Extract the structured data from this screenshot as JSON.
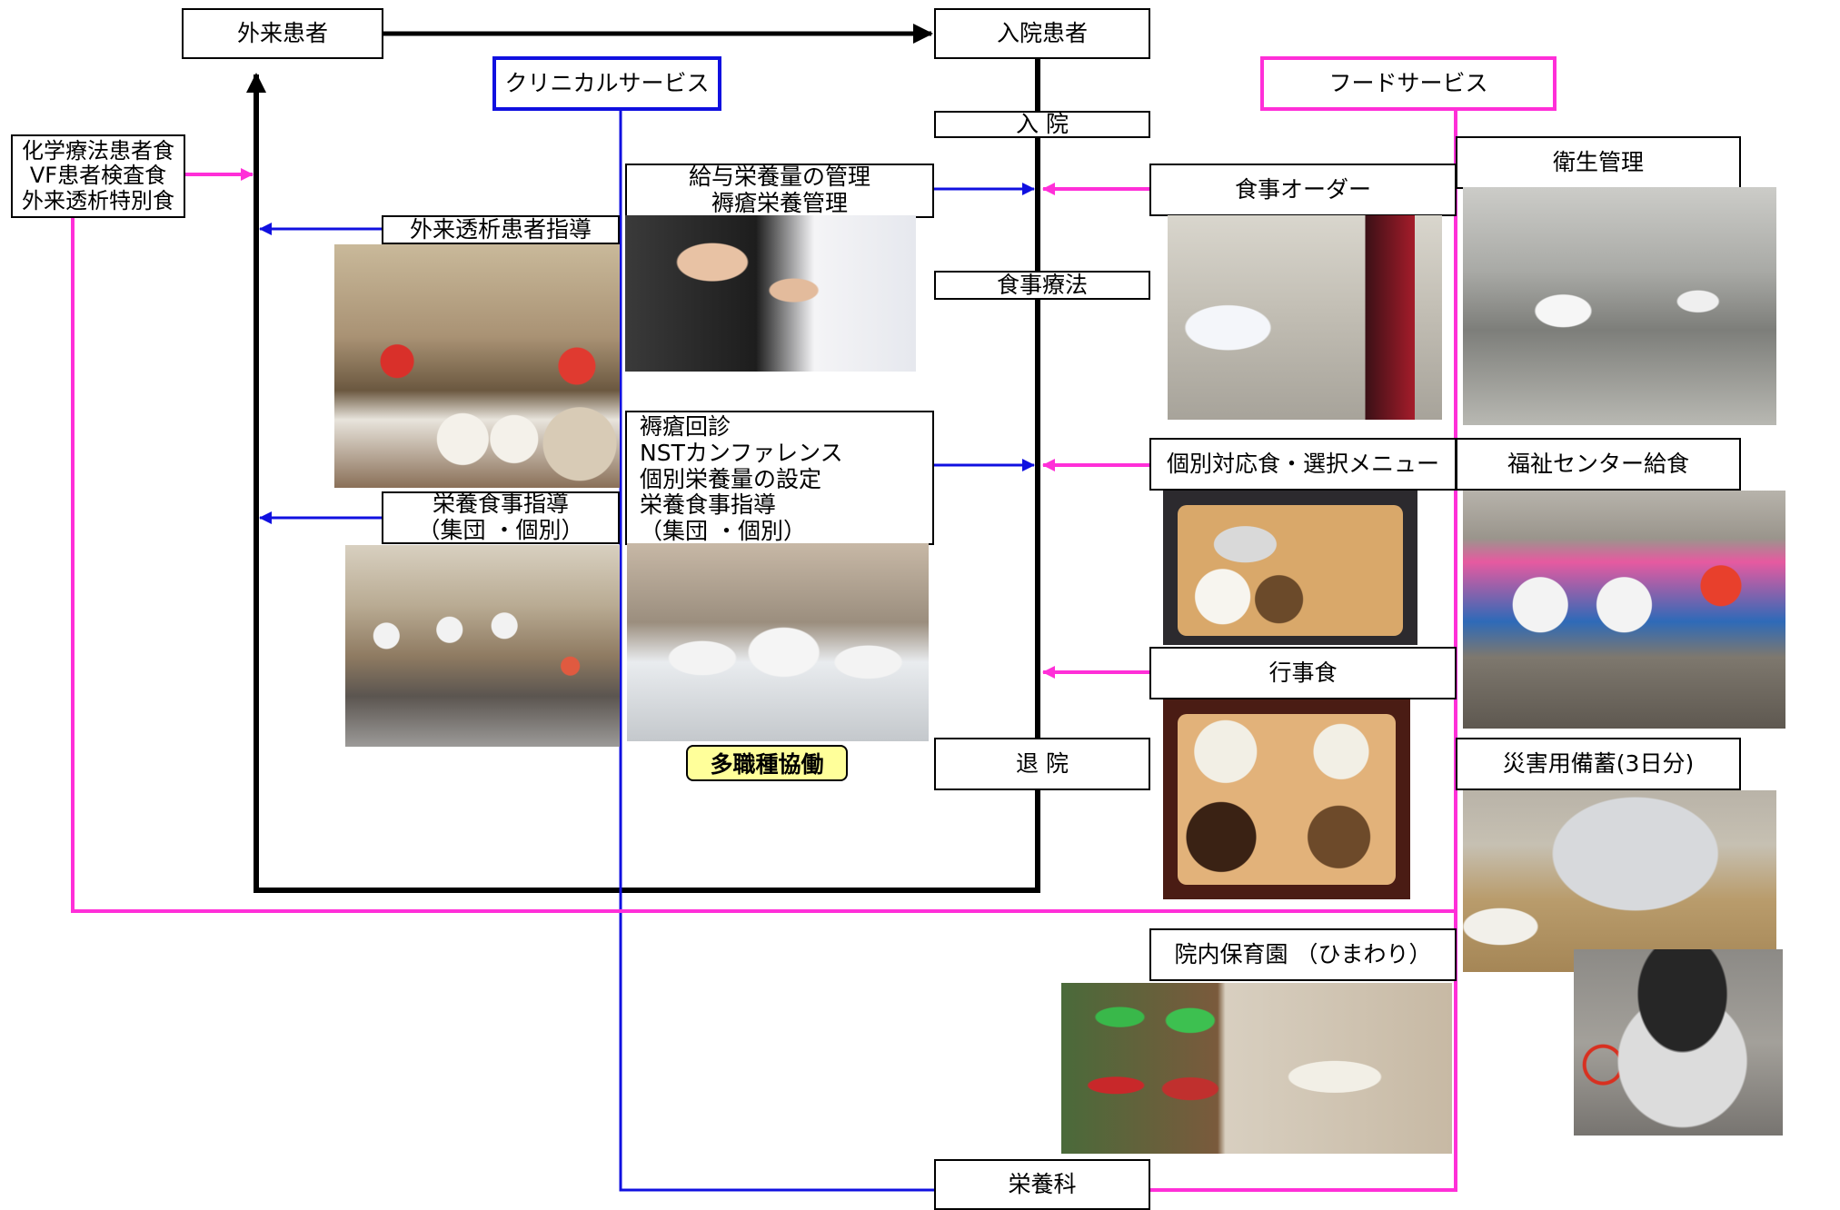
{
  "colors": {
    "clinical": "#1010e0",
    "food": "#ff2fd8",
    "main": "#000000"
  },
  "nodes": {
    "outpatient": "外来患者",
    "inpatient": "入院患者",
    "clinical_service": "クリニカルサービス",
    "food_service": "フードサービス",
    "admission": "入 院",
    "diet_therapy": "食事療法",
    "discharge": "退 院",
    "nutrition_dept": "栄養科"
  },
  "special_diets": [
    "化学療法患者食",
    "VF患者検査食",
    "外来透析特別食"
  ],
  "clinical": {
    "dialysis_guidance": "外来透析患者指導",
    "nutrition_guidance": "栄養食事指導\n（集団 ・個別）",
    "intake_management": "給与栄養量の管理\n褥瘡栄養管理",
    "rounds": "褥瘡回診\nNSTカンファレンス\n個別栄養量の設定\n栄養食事指導\n（集団 ・個別）",
    "collaboration": "多職種協働"
  },
  "food": {
    "meal_order": "食事オーダー",
    "individual_menu": "個別対応食・選択メニュー",
    "event_meal": "行事食",
    "hygiene": "衛生管理",
    "welfare_center": "福祉センター給食",
    "disaster_stock": "災害用備蓄(3日分)",
    "nursery": "院内保育園 （ひまわり）"
  },
  "photos": {
    "dialysis_class": "photo-cooking-class",
    "nutrition_class": "photo-kitchen-group",
    "measurement": "photo-arm-measurement",
    "team": "photo-staff-team",
    "order_terminal": "photo-computer-terminal",
    "kitchen": "photo-hospital-kitchen",
    "tray_meal": "photo-tray-meal",
    "event_tray": "photo-event-tray",
    "welfare_event": "photo-welfare-banner-event",
    "disaster_box": "photo-emergency-supplies",
    "cooker": "photo-emergency-cooker",
    "nursery_kids": "photo-nursery-children"
  }
}
